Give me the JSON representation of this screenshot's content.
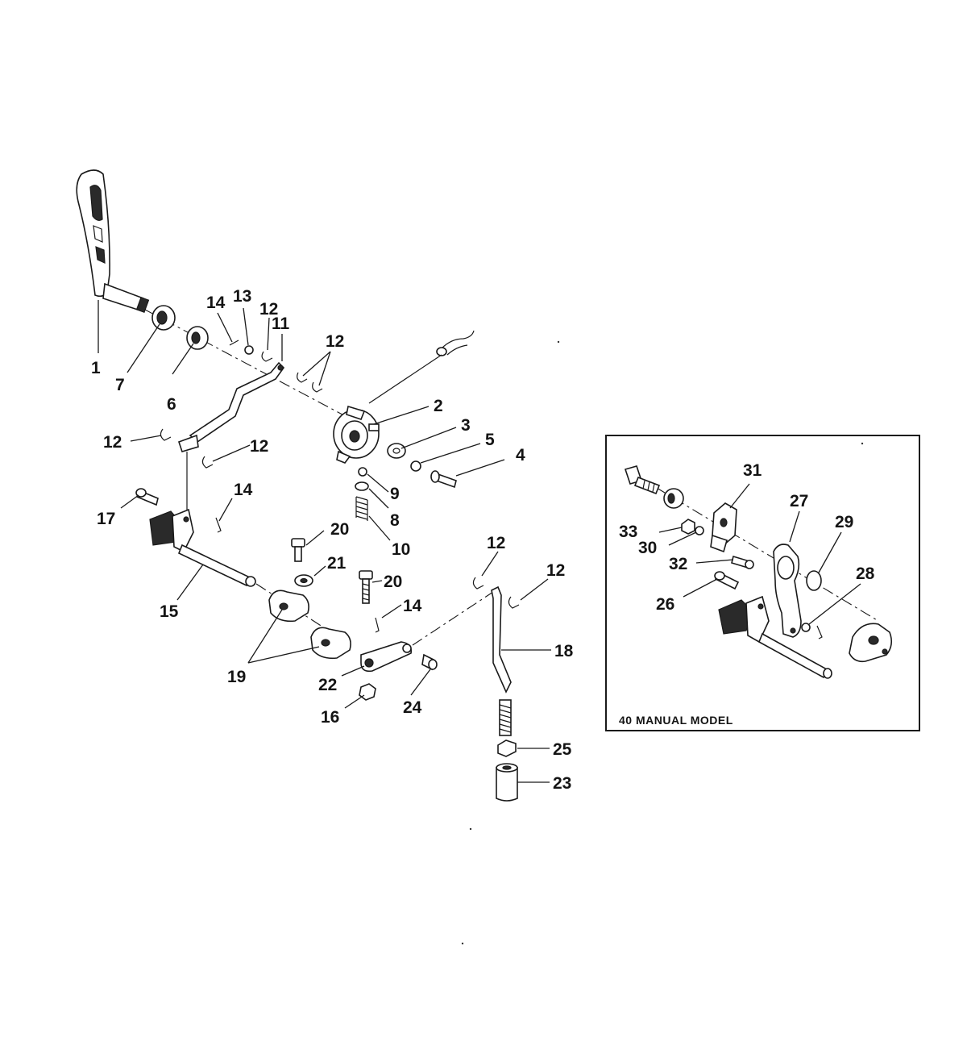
{
  "diagram": {
    "inset_title": "40 MANUAL MODEL",
    "callouts": {
      "c1": "1",
      "c7": "7",
      "c6": "6",
      "c14a": "14",
      "c13": "13",
      "c12a": "12",
      "c11": "11",
      "c12b": "12",
      "c2": "2",
      "c3": "3",
      "c5": "5",
      "c4": "4",
      "c12c": "12",
      "c12d": "12",
      "c9": "9",
      "c8": "8",
      "c10": "10",
      "c17": "17",
      "c14b": "14",
      "c20a": "20",
      "c21": "21",
      "c15": "15",
      "c20b": "20",
      "c14c": "14",
      "c12e": "12",
      "c12f": "12",
      "c18": "18",
      "c19": "19",
      "c22": "22",
      "c16": "16",
      "c24": "24",
      "c25": "25",
      "c23": "23",
      "c31": "31",
      "c27": "27",
      "c29": "29",
      "c33": "33",
      "c30": "30",
      "c32": "32",
      "c28": "28",
      "c26": "26"
    }
  }
}
